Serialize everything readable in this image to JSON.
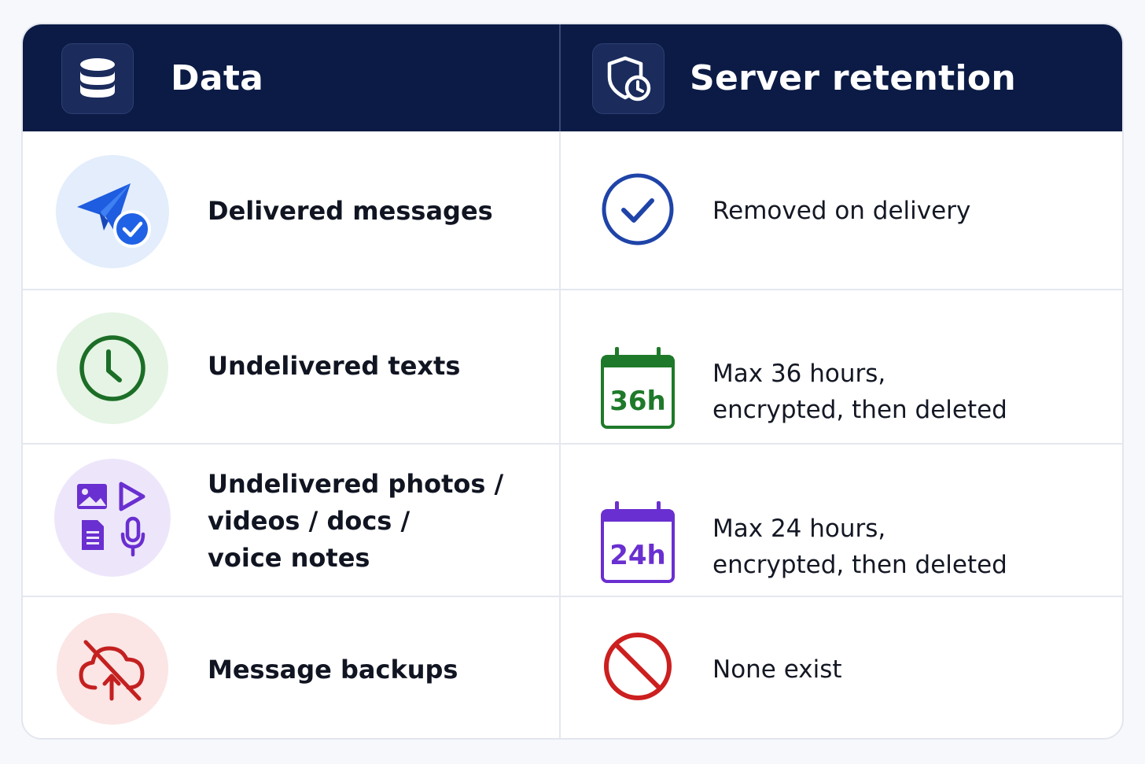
{
  "header": {
    "data_title": "Data",
    "retention_title": "Server retention",
    "data_icon": "database-icon",
    "retention_icon": "shield-clock-icon"
  },
  "rows": [
    {
      "data": "Delivered messages",
      "retention": [
        "Removed on delivery"
      ],
      "data_icon": "paper-plane-check-icon",
      "retention_icon": "check-circle-icon",
      "accent": "#1f57d6"
    },
    {
      "data": "Undelivered texts",
      "retention": [
        "Max 36 hours,",
        "encrypted, then deleted"
      ],
      "data_icon": "clock-icon",
      "retention_icon": "calendar-icon",
      "calendar_label": "36h",
      "accent": "#1e7a2a"
    },
    {
      "data": "Undelivered photos /\nvideos / docs /\nvoice notes",
      "retention": [
        "Max 24 hours,",
        "encrypted, then deleted"
      ],
      "data_icon": "media-icons",
      "retention_icon": "calendar-icon",
      "calendar_label": "24h",
      "accent": "#6a2fd0"
    },
    {
      "data": "Message backups",
      "retention": [
        "None exist"
      ],
      "data_icon": "cloud-off-icon",
      "retention_icon": "prohibited-icon",
      "accent": "#cc1f1f"
    }
  ]
}
